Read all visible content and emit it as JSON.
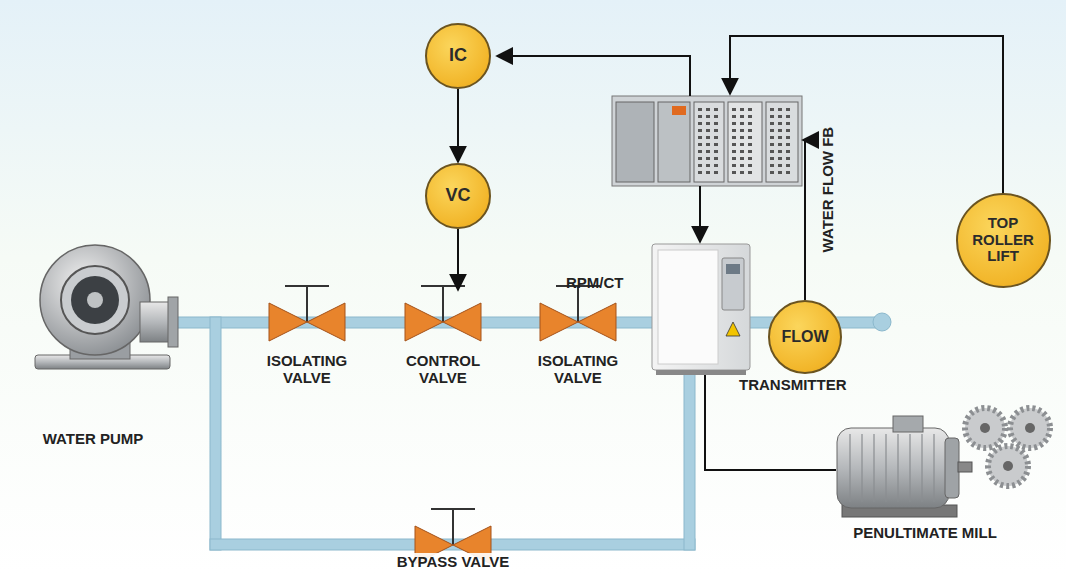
{
  "diagram": {
    "nodes": [
      {
        "text": [
          "IC"
        ]
      },
      {
        "text": [
          "VC"
        ]
      },
      {
        "text": [
          "TOP ROLLER LIFT"
        ]
      },
      {
        "text": [
          "FLOW",
          "TRANSMITTER"
        ]
      }
    ],
    "edges": [
      {
        "from": 0,
        "to": 1,
        "arrow": "to"
      }
    ],
    "labels": [
      "ISOLATING VALVE",
      "CONTROL VALVE",
      "ISOLATING VALVE",
      "WATER PUMP",
      "BYPASS VALVE",
      "PENULTIMATE MILL",
      "RPM/CT",
      "WATER FLOW FB"
    ]
  }
}
